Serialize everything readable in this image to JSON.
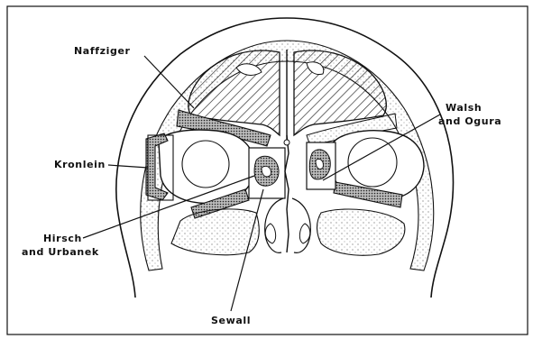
{
  "figure": {
    "labels": {
      "naffziger": "Naffziger",
      "walsh_line1": "Walsh",
      "walsh_line2": "and Ogura",
      "kronlein": "Kronlein",
      "hirsch_line1": "Hirsch",
      "hirsch_line2": "and Urbanek",
      "sewall": "Sewall"
    },
    "colors": {
      "ink": "#111111",
      "paper": "#ffffff",
      "hatch": "#222222",
      "stipple": "#555555"
    }
  }
}
